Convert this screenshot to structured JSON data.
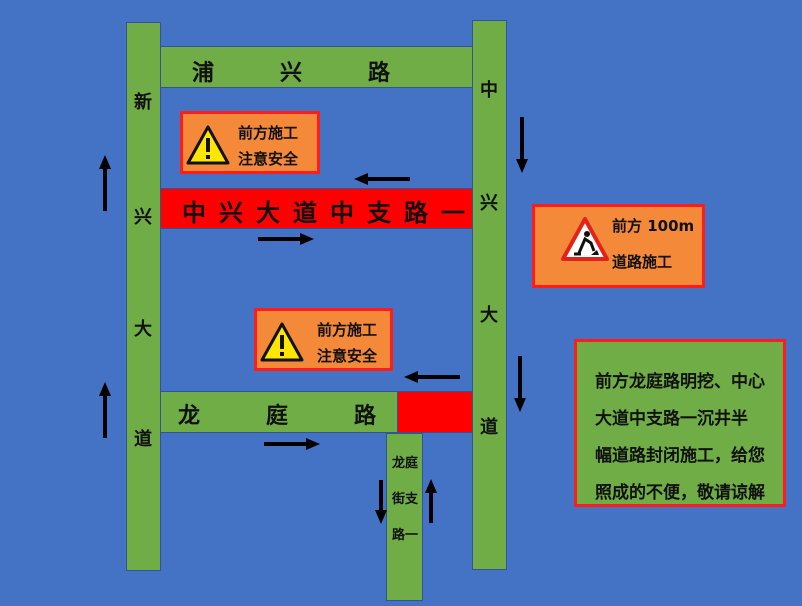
{
  "roads": {
    "puxing_road": "浦　　　兴　　　路",
    "xinxing_avenue": [
      "新",
      "兴",
      "大",
      "道"
    ],
    "zhongxing_avenue": [
      "中",
      "兴",
      "大",
      "道"
    ],
    "zhongxing_branch_one": "中兴大道中支路一",
    "longting_road": "龙　　　庭　　　路",
    "longting_branch": [
      "龙庭",
      "街支",
      "路一"
    ]
  },
  "signs": {
    "upper_caution": {
      "line1": "前方施工",
      "line2": "注意安全",
      "icon": "warning-triangle-icon"
    },
    "lower_caution": {
      "line1": "前方施工",
      "line2": "注意安全",
      "icon": "warning-triangle-icon"
    },
    "roadwork": {
      "line1": "前方 100m",
      "line2": "道路施工",
      "icon": "road-worker-icon"
    }
  },
  "notice": {
    "lines": [
      "前方龙庭路明挖、中心",
      "大道中支路一沉井半",
      "幅道路封闭施工，给您",
      "照成的不便，敬请谅解"
    ]
  },
  "colors": {
    "background": "#4472c4",
    "road": "#70ad47",
    "closure": "#ff0000",
    "sign": "#f4893a",
    "sign_border": "#ff1c1c"
  }
}
